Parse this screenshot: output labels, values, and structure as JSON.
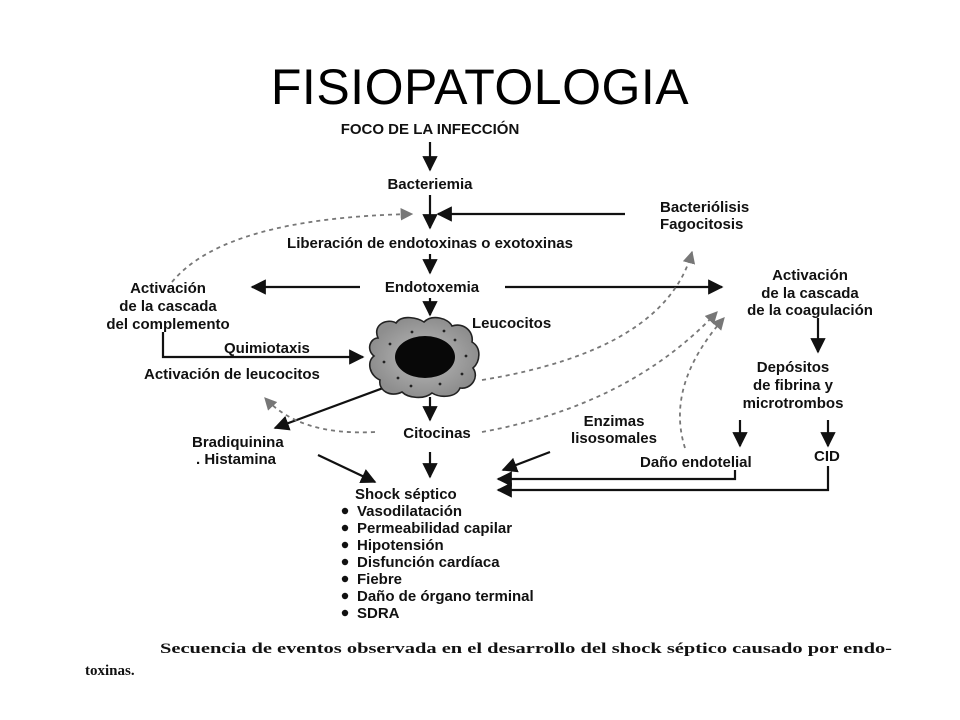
{
  "slide": {
    "title": "FISIOPATOLOGIA"
  },
  "diagram": {
    "foco": "FOCO DE LA INFECCIÓN",
    "bacteriemia": "Bacteriemia",
    "bacteriolisis_1": "Bacteriólisis",
    "bacteriolisis_2": "Fagocitosis",
    "liberacion": "Liberación de endotoxinas o exotoxinas",
    "endotoxemia": "Endotoxemia",
    "complemento_1": "Activación",
    "complemento_2": "de la cascada",
    "complemento_3": "del complemento",
    "coagulacion_1": "Activación",
    "coagulacion_2": "de la cascada",
    "coagulacion_3": "de la coagulación",
    "leucocitos": "Leucocitos",
    "quimiotaxis": "Quimiotaxis",
    "activacion_leucocitos": "Activación de leucocitos",
    "depositos_1": "Depósitos",
    "depositos_2": "de fibrina y",
    "depositos_3": "microtrombos",
    "citocinas": "Citocinas",
    "enzimas_1": "Enzimas",
    "enzimas_2": "lisosomales",
    "bradiquinina_1": "Bradiquinina",
    "bradiquinina_2": ". Histamina",
    "dano_endotelial": "Daño endotelial",
    "cid": "CID",
    "shock": "Shock séptico",
    "effects": [
      "Vasodilatación",
      "Permeabilidad capilar",
      "Hipotensión",
      "Disfunción cardíaca",
      "Fiebre",
      "Daño de órgano terminal",
      "SDRA"
    ]
  },
  "caption": {
    "line1": "Secuencia de eventos observada en el desarrollo del shock séptico causado por endo-",
    "line2": "toxinas."
  }
}
